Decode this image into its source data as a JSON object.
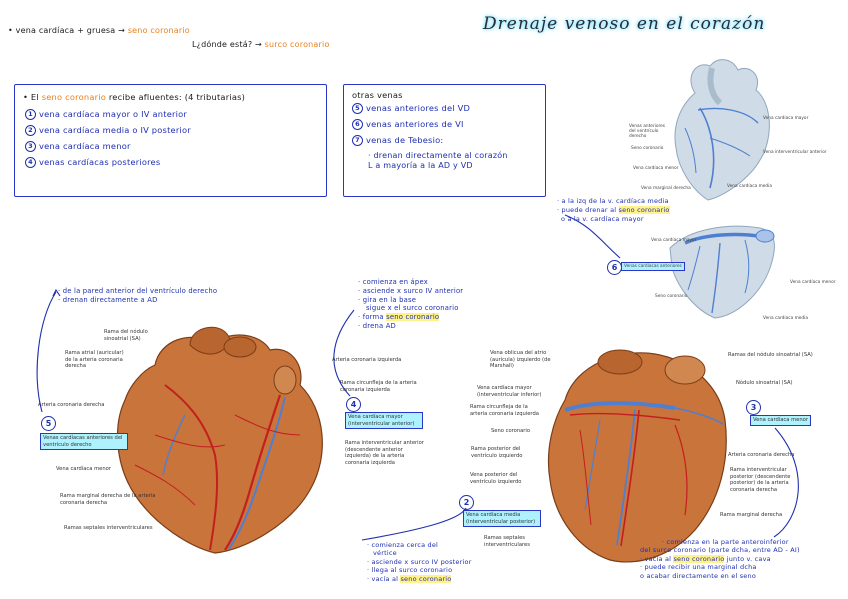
{
  "title": "Drenaje venoso en el corazón",
  "header": {
    "line1_prefix": "• vena cardíaca + gruesa →",
    "line1_highlight": "seno coronario",
    "line2_prefix": "L¿dónde está? →",
    "line2_highlight": "surco coronario"
  },
  "box_left": {
    "heading_prefix": "• El",
    "heading_highlight": "seno coronario",
    "heading_suffix": "recibe afluentes: (4 tributarias)",
    "items": [
      {
        "num": "1",
        "text": "vena cardíaca mayor o IV anterior"
      },
      {
        "num": "2",
        "text": "vena cardíaca media o IV posterior"
      },
      {
        "num": "3",
        "text": "vena cardíaca menor"
      },
      {
        "num": "4",
        "text": "venas cardíacas posteriores"
      }
    ]
  },
  "box_right": {
    "heading": "otras venas",
    "items": [
      {
        "num": "5",
        "text": "venas anteriores del VD"
      },
      {
        "num": "6",
        "text": "venas anteriores de VI"
      },
      {
        "num": "7",
        "text": "venas de Tebesio:"
      }
    ],
    "sub1": "· drenan directamente al corazón",
    "sub2": "L a mayoría a la AD y VD"
  },
  "top_right_notes": {
    "l1": "· a la izq de la v. cardíaca media",
    "l2_prefix": "· puede drenar al",
    "l2_highlight": "seno coronario",
    "l3": "o a la v. cardíaca mayor",
    "circle": "6",
    "circle_label": "Venas cardíacas anteriores"
  },
  "top_right_fig1_labels": [
    "Venas anteriores del ventrículo derecho",
    "Seno coronario",
    "Vena cardíaca menor",
    "Vena marginal derecha",
    "Vena cardíaca mayor",
    "Vena interventricular anterior",
    "Vena cardíaca media"
  ],
  "top_right_fig2_labels": [
    "Vena cardíaca mayor",
    "Vena cardíaca menor",
    "Seno coronario",
    "Vena cardíaca media"
  ],
  "left_notes": {
    "l1": "· de la pared anterior del ventrículo derecho",
    "l2": "· drenan directamente a AD"
  },
  "mid_notes": {
    "l1": "· comienza en ápex",
    "l2": "· asciende x surco IV anterior",
    "l3": "· gira en la base",
    "l4": "sigue x el surco coronario",
    "l5_prefix": "· forma",
    "l5_highlight": "seno coronario",
    "l6": "· drena AD"
  },
  "heart_left_labels": {
    "nodo": "Rama del nódulo sinoatrial (SA)",
    "atrial": "Rama atrial (auricular) de la arteria coronaria derecha",
    "acd": "Arteria coronaria derecha",
    "vcant": "Venas cardíacas anteriores del ventrículo derecho",
    "circle": "5",
    "vcmenor": "Vena cardíaca menor",
    "marginal": "Rama marginal derecha de la arteria coronaria derecha",
    "septales": "Ramas septales interventriculares",
    "aci": "Arteria coronaria izquierda",
    "circunfleja": "Rama circunfleja de la arteria coronaria izquierda",
    "vcmayor": "Vena cardíaca mayor (interventricular anterior)",
    "circle4": "4",
    "iva": "Rama interventricular anterior (descendente anterior izquierda) de la arteria coronaria izquierda"
  },
  "heart_right_labels": {
    "oblicua": "Vena oblicua del atrio (aurícula) izquierdo (de Marshall)",
    "vcmayor": "Vena cardíaca mayor (interventricular inferior)",
    "circunfleja": "Rama circunfleja de la arteria coronaria izquierda",
    "seno": "Seno coronario",
    "posterior_vi": "Rama posterior del ventrículo izquierdo",
    "vena_post": "Vena posterior del ventrículo izquierdo",
    "vcmedia": "Vena cardíaca media (interventricular posterior)",
    "circle2": "2",
    "septales": "Ramas septales interventriculares",
    "nodo": "Ramas del nódulo sinoatrial (SA)",
    "nodulo": "Nódulo sinoatrial (SA)",
    "vcmenor": "Vena cardíaca menor",
    "circle3": "3",
    "acd": "Arteria coronaria derecha",
    "ivp": "Rama interventricular posterior (descendente posterior) de la arteria coronaria derecha",
    "marginal": "Rama marginal derecha"
  },
  "bottom_left_notes": {
    "l1": "· comienza cerca del",
    "l1b": "vértice",
    "l2": "· asciende x surco IV posterior",
    "l3": "· llega al surco coronario",
    "l4_prefix": "· vacía al",
    "l4_highlight": "seno coronario"
  },
  "bottom_right_notes": {
    "l1": "· comienza en la parte anteroinferior",
    "l2": "del surco coronario (parte dcha, entre AD - AI)",
    "l3_prefix": "· vacía al",
    "l3_highlight": "seno coronario",
    "l3_suffix": "junto v. cava",
    "l4": "· puede recibir una marginal dcha",
    "l5": "o acabar directamente en el seno"
  },
  "colors": {
    "ink_blue": "#1f2fb0",
    "orange": "#e8801f",
    "heart": "#c9743a",
    "artery": "#c41f1f",
    "vein": "#4f7fd1",
    "highlight_yellow": "#fff28a",
    "highlight_cyan": "#aef2ff"
  }
}
